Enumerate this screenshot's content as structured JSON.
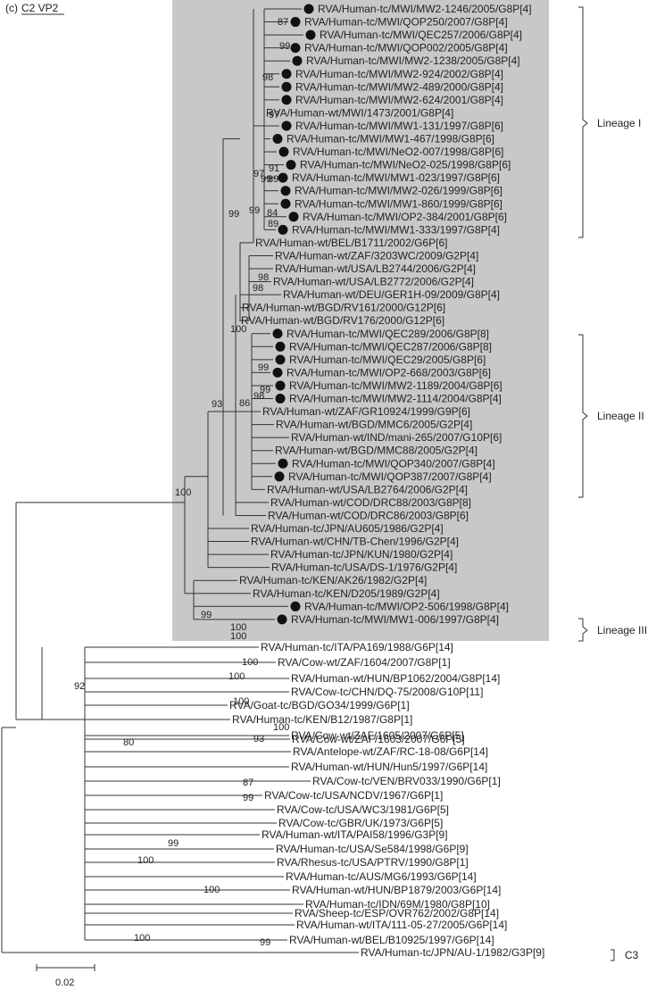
{
  "figure_label": "(c)",
  "figure_title": "C2 VP2",
  "colors": {
    "highlight": "#c8c8c8",
    "ink": "#222222"
  },
  "leaves": [
    {
      "label": "RVA/Human-tc/MWI/MW2-1246/2005/G8P[4]",
      "marker": true
    },
    {
      "label": "RVA/Human-tc/MWI/QOP250/2007/G8P[4]",
      "marker": true
    },
    {
      "label": "RVA/Human-tc/MWI/QEC257/2006/G8P[4]",
      "marker": true
    },
    {
      "label": "RVA/Human-tc/MWI/QOP002/2005/G8P[4]",
      "marker": true
    },
    {
      "label": "RVA/Human-tc/MWI/MW2-1238/2005/G8P[4]",
      "marker": true
    },
    {
      "label": "RVA/Human-tc/MWI/MW2-924/2002/G8P[4]",
      "marker": true
    },
    {
      "label": "RVA/Human-tc/MWI/MW2-489/2000/G8P[4]",
      "marker": true
    },
    {
      "label": "RVA/Human-tc/MWI/MW2-624/2001/G8P[4]",
      "marker": true
    },
    {
      "label": "RVA/Human-wt/MWI/1473/2001/G8P[4]",
      "marker": false
    },
    {
      "label": "RVA/Human-tc/MWI/MW1-131/1997/G8P[6]",
      "marker": true
    },
    {
      "label": "RVA/Human-tc/MWI/MW1-467/1998/G8P[6]",
      "marker": true
    },
    {
      "label": "RVA/Human-tc/MWI/NeO2-007/1998/G8P[6]",
      "marker": true
    },
    {
      "label": "RVA/Human-tc/MWI/NeO2-025/1998/G8P[6]",
      "marker": true
    },
    {
      "label": "RVA/Human-tc/MWI/MW1-023/1997/G8P[6]",
      "marker": true
    },
    {
      "label": "RVA/Human-tc/MWI/MW2-026/1999/G8P[6]",
      "marker": true
    },
    {
      "label": "RVA/Human-tc/MWI/MW1-860/1999/G8P[6]",
      "marker": true
    },
    {
      "label": "RVA/Human-tc/MWI/OP2-384/2001/G8P[6]",
      "marker": true
    },
    {
      "label": "RVA/Human-tc/MWI/MW1-333/1997/G8P[4]",
      "marker": true
    },
    {
      "label": "RVA/Human-wt/BEL/B1711/2002/G6P[6]",
      "marker": false
    },
    {
      "label": "RVA/Human-wt/ZAF/3203WC/2009/G2P[4]",
      "marker": false
    },
    {
      "label": "RVA/Human-wt/USA/LB2744/2006/G2P[4]",
      "marker": false
    },
    {
      "label": "RVA/Human-wt/USA/LB2772/2006/G2P[4]",
      "marker": false
    },
    {
      "label": "RVA/Human-wt/DEU/GER1H-09/2009/G8P[4]",
      "marker": false
    },
    {
      "label": "RVA/Human-wt/BGD/RV161/2000/G12P[6]",
      "marker": false
    },
    {
      "label": "RVA/Human-wt/BGD/RV176/2000/G12P[6]",
      "marker": false
    },
    {
      "label": "RVA/Human-tc/MWI/QEC289/2006/G8P[8]",
      "marker": true
    },
    {
      "label": "RVA/Human-tc/MWI/QEC287/2006/G8P[8]",
      "marker": true
    },
    {
      "label": "RVA/Human-tc/MWI/QEC29/2005/G8P[6]",
      "marker": true
    },
    {
      "label": "RVA/Human-tc/MWI/OP2-668/2003/G8P[6]",
      "marker": true
    },
    {
      "label": "RVA/Human-tc/MWI/MW2-1189/2004/G8P[6]",
      "marker": true
    },
    {
      "label": "RVA/Human-tc/MWI/MW2-1114/2004/G8P[4]",
      "marker": true
    },
    {
      "label": "RVA/Human-wt/ZAF/GR10924/1999/G9P[6]",
      "marker": false
    },
    {
      "label": "RVA/Human-wt/BGD/MMC6/2005/G2P[4]",
      "marker": false
    },
    {
      "label": "RVA/Human-wt/IND/mani-265/2007/G10P[6]",
      "marker": false
    },
    {
      "label": "RVA/Human-wt/BGD/MMC88/2005/G2P[4]",
      "marker": false
    },
    {
      "label": "RVA/Human-tc/MWI/QOP340/2007/G8P[4]",
      "marker": true
    },
    {
      "label": "RVA/Human-tc/MWI/QOP387/2007/G8P[4]",
      "marker": true
    },
    {
      "label": "RVA/Human-wt/USA/LB2764/2006/G2P[4]",
      "marker": false
    },
    {
      "label": "RVA/Human-wt/COD/DRC88/2003/G8P[8]",
      "marker": false
    },
    {
      "label": "RVA/Human-wt/COD/DRC86/2003/G8P[6]",
      "marker": false
    },
    {
      "label": "RVA/Human-tc/JPN/AU605/1986/G2P[4]",
      "marker": false
    },
    {
      "label": "RVA/Human-wt/CHN/TB-Chen/1996/G2P[4]",
      "marker": false
    },
    {
      "label": "RVA/Human-tc/JPN/KUN/1980/G2P[4]",
      "marker": false
    },
    {
      "label": "RVA/Human-tc/USA/DS-1/1976/G2P[4]",
      "marker": false
    },
    {
      "label": "RVA/Human-tc/KEN/AK26/1982/G2P[4]",
      "marker": false
    },
    {
      "label": "RVA/Human-tc/KEN/D205/1989/G2P[4]",
      "marker": false
    },
    {
      "label": "RVA/Human-tc/MWI/OP2-506/1998/G8P[4]",
      "marker": true
    },
    {
      "label": "RVA/Human-tc/MWI/MW1-006/1997/G8P[4]",
      "marker": true
    },
    {
      "label": "RVA/Human-tc/ITA/PA169/1988/G6P[14]",
      "marker": false
    },
    {
      "label": "RVA/Cow-wt/ZAF/1604/2007/G8P[1]",
      "marker": false
    },
    {
      "label": "RVA/Human-wt/HUN/BP1062/2004/G8P[14]",
      "marker": false
    },
    {
      "label": "RVA/Cow-tc/CHN/DQ-75/2008/G10P[11]",
      "marker": false
    },
    {
      "label": "RVA/Goat-tc/BGD/GO34/1999/G6P[1]",
      "marker": false
    },
    {
      "label": "RVA/Human-tc/KEN/B12/1987/G8P[1]",
      "marker": false
    },
    {
      "label": "RVA/Cow-wt/ZAF/1605/2007/G6P[5]",
      "marker": false
    },
    {
      "label": "RVA/Cow-wt/ZAF/1603/2007/G6P[5]",
      "marker": false
    },
    {
      "label": "RVA/Antelope-wt/ZAF/RC-18-08/G6P[14]",
      "marker": false
    },
    {
      "label": "RVA/Human-wt/HUN/Hun5/1997/G6P[14]",
      "marker": false
    },
    {
      "label": "RVA/Cow-tc/VEN/BRV033/1990/G6P[1]",
      "marker": false
    },
    {
      "label": "RVA/Cow-tc/USA/NCDV/1967/G6P[1]",
      "marker": false
    },
    {
      "label": "RVA/Cow-tc/USA/WC3/1981/G6P[5]",
      "marker": false
    },
    {
      "label": "RVA/Cow-tc/GBR/UK/1973/G6P[5]",
      "marker": false
    },
    {
      "label": "RVA/Human-wt/ITA/PAI58/1996/G3P[9]",
      "marker": false
    },
    {
      "label": "RVA/Human-tc/USA/Se584/1998/G6P[9]",
      "marker": false
    },
    {
      "label": "RVA/Rhesus-tc/USA/PTRV/1990/G8P[1]",
      "marker": false
    },
    {
      "label": "RVA/Human-tc/AUS/MG6/1993/G6P[14]",
      "marker": false
    },
    {
      "label": "RVA/Human-wt/HUN/BP1879/2003/G6P[14]",
      "marker": false
    },
    {
      "label": "RVA/Human-tc/IDN/69M/1980/G8P[10]",
      "marker": false
    },
    {
      "label": "RVA/Sheep-tc/ESP/OVR762/2002/G8P[14]",
      "marker": false
    },
    {
      "label": "RVA/Human-wt/ITA/111-05-27/2005/G6P[14]",
      "marker": false
    },
    {
      "label": "RVA/Human-wt/BEL/B10925/1997/G6P[14]",
      "marker": false
    },
    {
      "label": "RVA/Human-tc/JPN/AU-1/1982/G3P[9]",
      "marker": false
    }
  ],
  "bootstrap_values": [
    "87",
    "99",
    "98",
    "97",
    "97",
    "89",
    "91",
    "99",
    "84",
    "89",
    "99",
    "99",
    "98",
    "98",
    "100",
    "99",
    "99",
    "98",
    "86",
    "93",
    "100",
    "99",
    "100",
    "100",
    "100",
    "100",
    "92",
    "100",
    "100",
    "93",
    "80",
    "87",
    "99",
    "99",
    "100",
    "100",
    "100",
    "99"
  ],
  "lineages": [
    {
      "name": "Lineage I"
    },
    {
      "name": "Lineage II"
    },
    {
      "name": "Lineage III"
    }
  ],
  "outgroup_bracket_label": "C3",
  "scale_bar_label": "0.02"
}
